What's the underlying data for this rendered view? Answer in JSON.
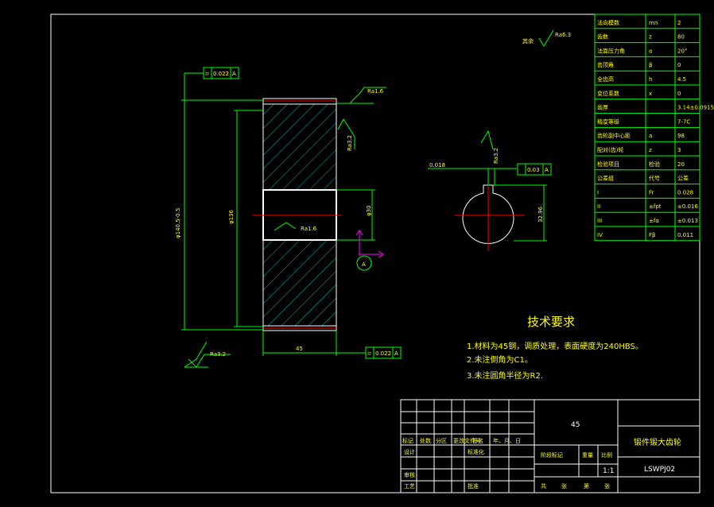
{
  "params": [
    [
      "法向模数",
      "mn",
      "2"
    ],
    [
      "齿数",
      "z",
      "80"
    ],
    [
      "法面压力角",
      "α",
      "20°"
    ],
    [
      "齿顶角",
      "β",
      "0"
    ],
    [
      "全齿高",
      "h",
      "4.5"
    ],
    [
      "变位系数",
      "x",
      "0"
    ],
    [
      "齿厚",
      "",
      "3.14±0.0915"
    ],
    [
      "精度等级",
      "",
      "7-7C"
    ],
    [
      "齿轮副中心距",
      "a",
      "98"
    ],
    [
      "配对(齿)轮",
      "z",
      "3"
    ],
    [
      "检验项目",
      "检验",
      "20"
    ],
    [
      "公差组",
      "代号",
      "公差"
    ],
    [
      "I",
      "Fr",
      "0.028"
    ],
    [
      "II",
      "±fpt",
      "±0.016"
    ],
    [
      "III",
      "±fα",
      "±0.013"
    ],
    [
      "IV",
      "Fβ",
      "0.011"
    ]
  ],
  "tech": {
    "title": "技术要求",
    "lines": [
      "1.材料为45钢，调质处理，表面硬度为240HBS。",
      "2.未注倒角为C1。",
      "3.未注圆角半径为R2."
    ]
  },
  "annot": {
    "rough_top": "Ra6.3",
    "rough_face": "Ra1.6",
    "rough_side": "Ra3.2",
    "rough_bore": "Ra1.6",
    "rough_bot": "Ra3.2",
    "rough_key": "Ra3.2",
    "tol_top": "0.022",
    "tol_bot": "0.022",
    "tol_key": "0.03",
    "datum": "A",
    "dia_outer": "φ140.5-0.5",
    "dia_root": "φ136",
    "dia_bore": "φ30",
    "width": "45",
    "key_depth": "32.96",
    "sym": "0.018",
    "section": "A"
  },
  "titleblock": {
    "material": "45",
    "name": "锻件锻大齿轮",
    "code": "LSWPJ02",
    "cols": [
      "标记",
      "处数",
      "分区",
      "更改文件号",
      "签名",
      "年、月、日"
    ],
    "rows": [
      "设计",
      "",
      "审核",
      "工艺"
    ],
    "labels": [
      "标准化",
      "阶段标记",
      "重量",
      "比例",
      "批准"
    ],
    "scale": "1:1",
    "sheet": [
      "共",
      "张",
      "第",
      "张"
    ]
  }
}
